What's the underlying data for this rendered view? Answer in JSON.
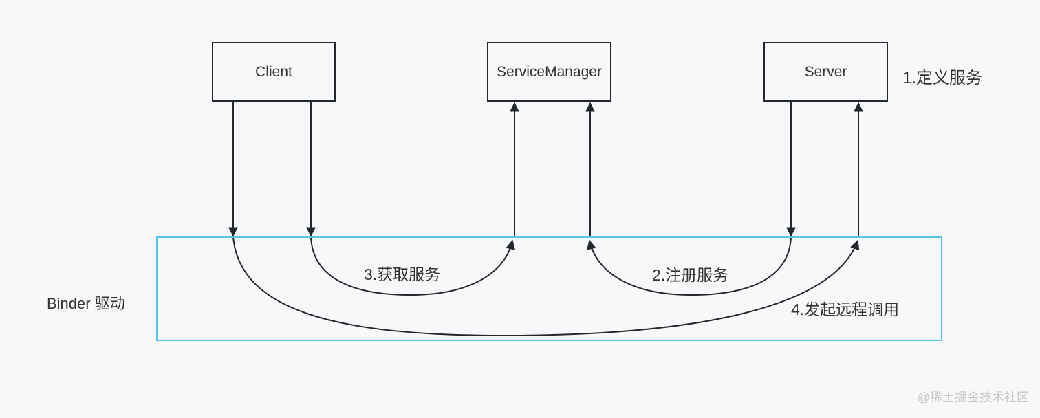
{
  "nodes": {
    "client": {
      "label": "Client"
    },
    "service_manager": {
      "label": "ServiceManager"
    },
    "server": {
      "label": "Server"
    }
  },
  "driver": {
    "label": "Binder 驱动"
  },
  "annotations": {
    "define_service": "1.定义服务",
    "register_service": "2.注册服务",
    "get_service": "3.获取服务",
    "remote_call": "4.发起远程调用"
  },
  "watermark": "@稀土掘金技术社区",
  "colors": {
    "background": "#f7f8fa",
    "line": "#24272b",
    "driver_border": "#5ac3ea",
    "text": "#333333",
    "watermark": "#c8c8c8"
  }
}
